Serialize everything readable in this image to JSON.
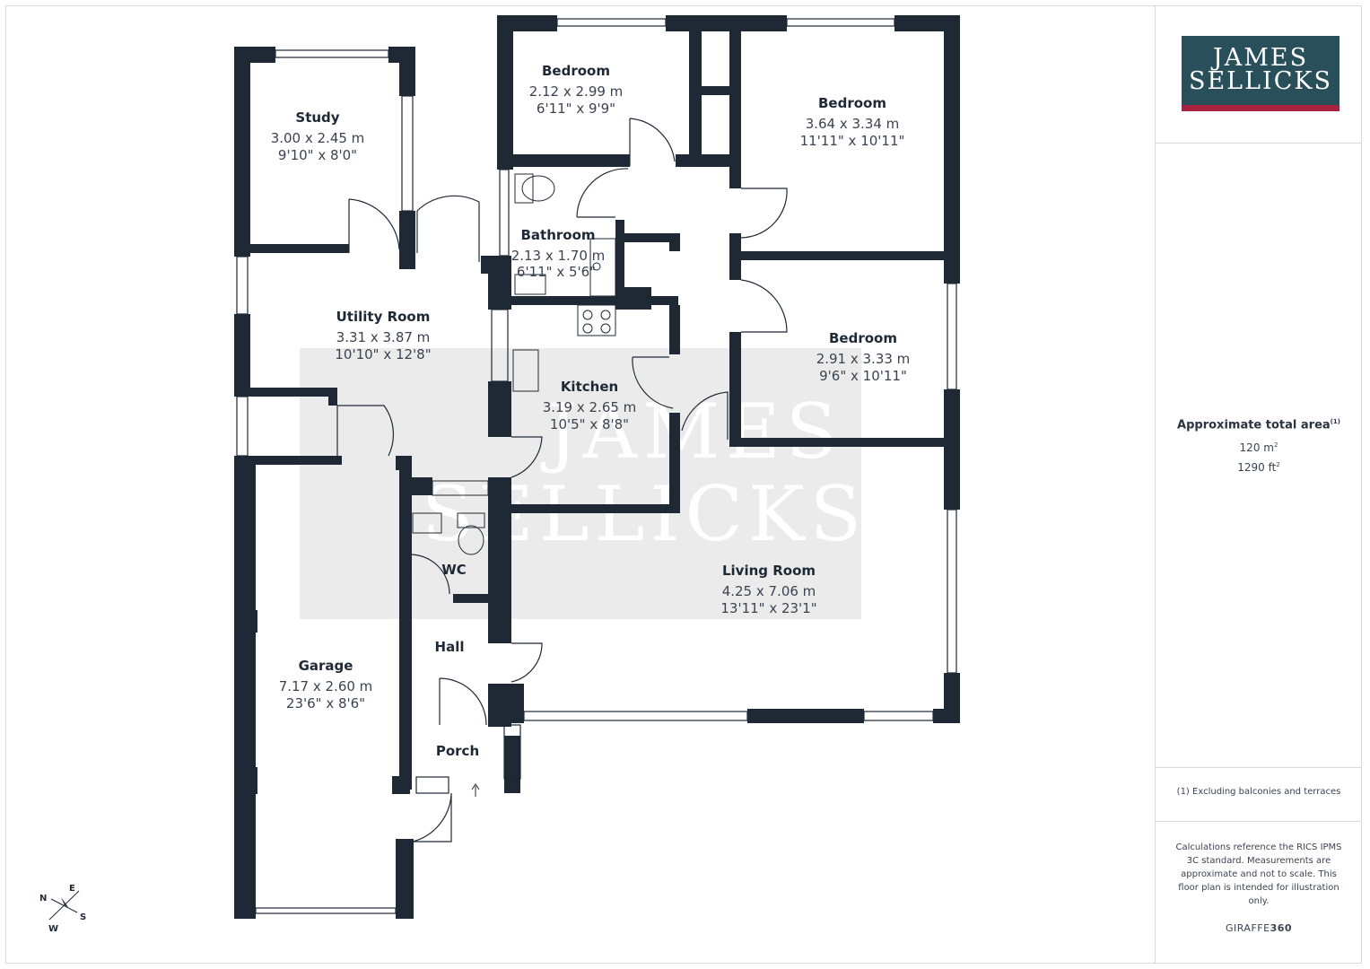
{
  "brand": {
    "line1": "JAMES",
    "line2": "SELLICKS",
    "color_bg": "#294f5a",
    "color_accent": "#a8233f"
  },
  "watermark": {
    "line1": "JAMES",
    "line2": "SELLICKS"
  },
  "rooms": [
    {
      "name": "Study",
      "metric": "3.00 x 2.45 m",
      "imperial": "9'10\" x 8'0\""
    },
    {
      "name": "Bedroom",
      "metric": "2.12 x 2.99 m",
      "imperial": "6'11\" x 9'9\""
    },
    {
      "name": "Bedroom",
      "metric": "3.64 x 3.34 m",
      "imperial": "11'11\" x 10'11\""
    },
    {
      "name": "Bathroom",
      "metric": "2.13 x 1.70 m",
      "imperial": "6'11\" x 5'6\""
    },
    {
      "name": "Utility Room",
      "metric": "3.31 x 3.87 m",
      "imperial": "10'10\" x 12'8\""
    },
    {
      "name": "Bedroom",
      "metric": "2.91 x 3.33 m",
      "imperial": "9'6\" x 10'11\""
    },
    {
      "name": "Kitchen",
      "metric": "3.19 x 2.65 m",
      "imperial": "10'5\" x 8'8\""
    },
    {
      "name": "Living Room",
      "metric": "4.25 x 7.06 m",
      "imperial": "13'11\" x 23'1\""
    },
    {
      "name": "WC",
      "metric": "",
      "imperial": ""
    },
    {
      "name": "Hall",
      "metric": "",
      "imperial": ""
    },
    {
      "name": "Garage",
      "metric": "7.17 x 2.60 m",
      "imperial": "23'6\" x 8'6\""
    },
    {
      "name": "Porch",
      "metric": "",
      "imperial": ""
    }
  ],
  "compass": {
    "n": "N",
    "e": "E",
    "s": "S",
    "w": "W"
  },
  "sidebar": {
    "area_title": "Approximate total area",
    "area_note_mark": "(1)",
    "area_m2_value": "120 m",
    "area_ft2_value": "1290 ft",
    "sup": "2",
    "footnote": "(1) Excluding balconies and terraces",
    "disclaimer": "Calculations reference the RICS IPMS 3C standard. Measurements are approximate and not to scale. This floor plan is intended for illustration only.",
    "brand_a": "GIRAFFE",
    "brand_b": "360"
  },
  "colors": {
    "wall": "#1f2935",
    "watermark_panel": "#ebebeb"
  }
}
